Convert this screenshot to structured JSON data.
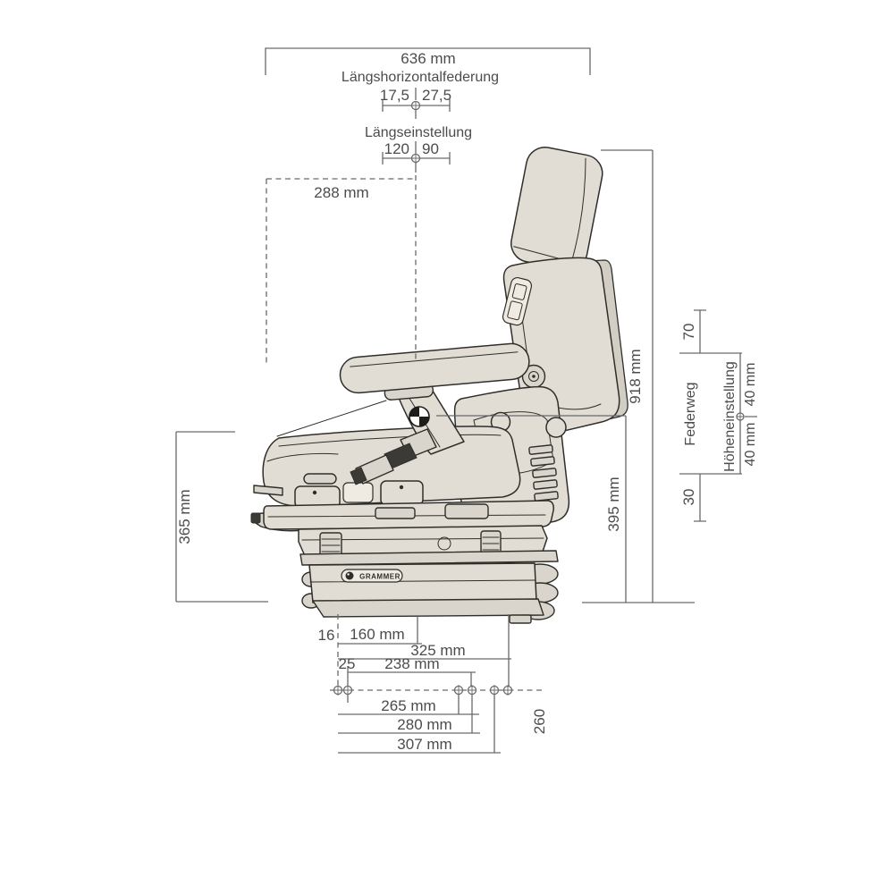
{
  "diagram": {
    "brand_logo": "GRAMMER",
    "colors": {
      "background": "#ffffff",
      "seat_fill": "#e1ddd4",
      "seat_shade": "#d9d5cc",
      "outline": "#2f2e2a",
      "dim_line": "#6a6a6a",
      "dim_text": "#4c4c4c"
    },
    "top": {
      "overall_width": "636 mm",
      "horizontal_suspension_label": "Längshorizontalfederung",
      "horizontal_suspension_back": "17,5",
      "horizontal_suspension_front": "27,5",
      "fore_aft_label": "Längseinstellung",
      "fore_aft_back": "120",
      "fore_aft_front": "90",
      "backrest_depth": "288 mm"
    },
    "right": {
      "overall_height": "918 mm",
      "sip_height": "395 mm",
      "travel_upper": "70",
      "travel_label": "Federweg",
      "height_adjust_label": "Höheneinstellung",
      "height_adjust_up": "40 mm",
      "height_adjust_down": "40 mm",
      "travel_lower": "30"
    },
    "left": {
      "front_edge_height": "365 mm"
    },
    "bottom": {
      "edge_offset": "16",
      "width_160": "160 mm",
      "width_325": "325 mm",
      "offset_25": "25",
      "width_238": "238 mm",
      "width_265": "265 mm",
      "width_280": "280 mm",
      "width_307": "307 mm",
      "depth_260": "260"
    }
  }
}
